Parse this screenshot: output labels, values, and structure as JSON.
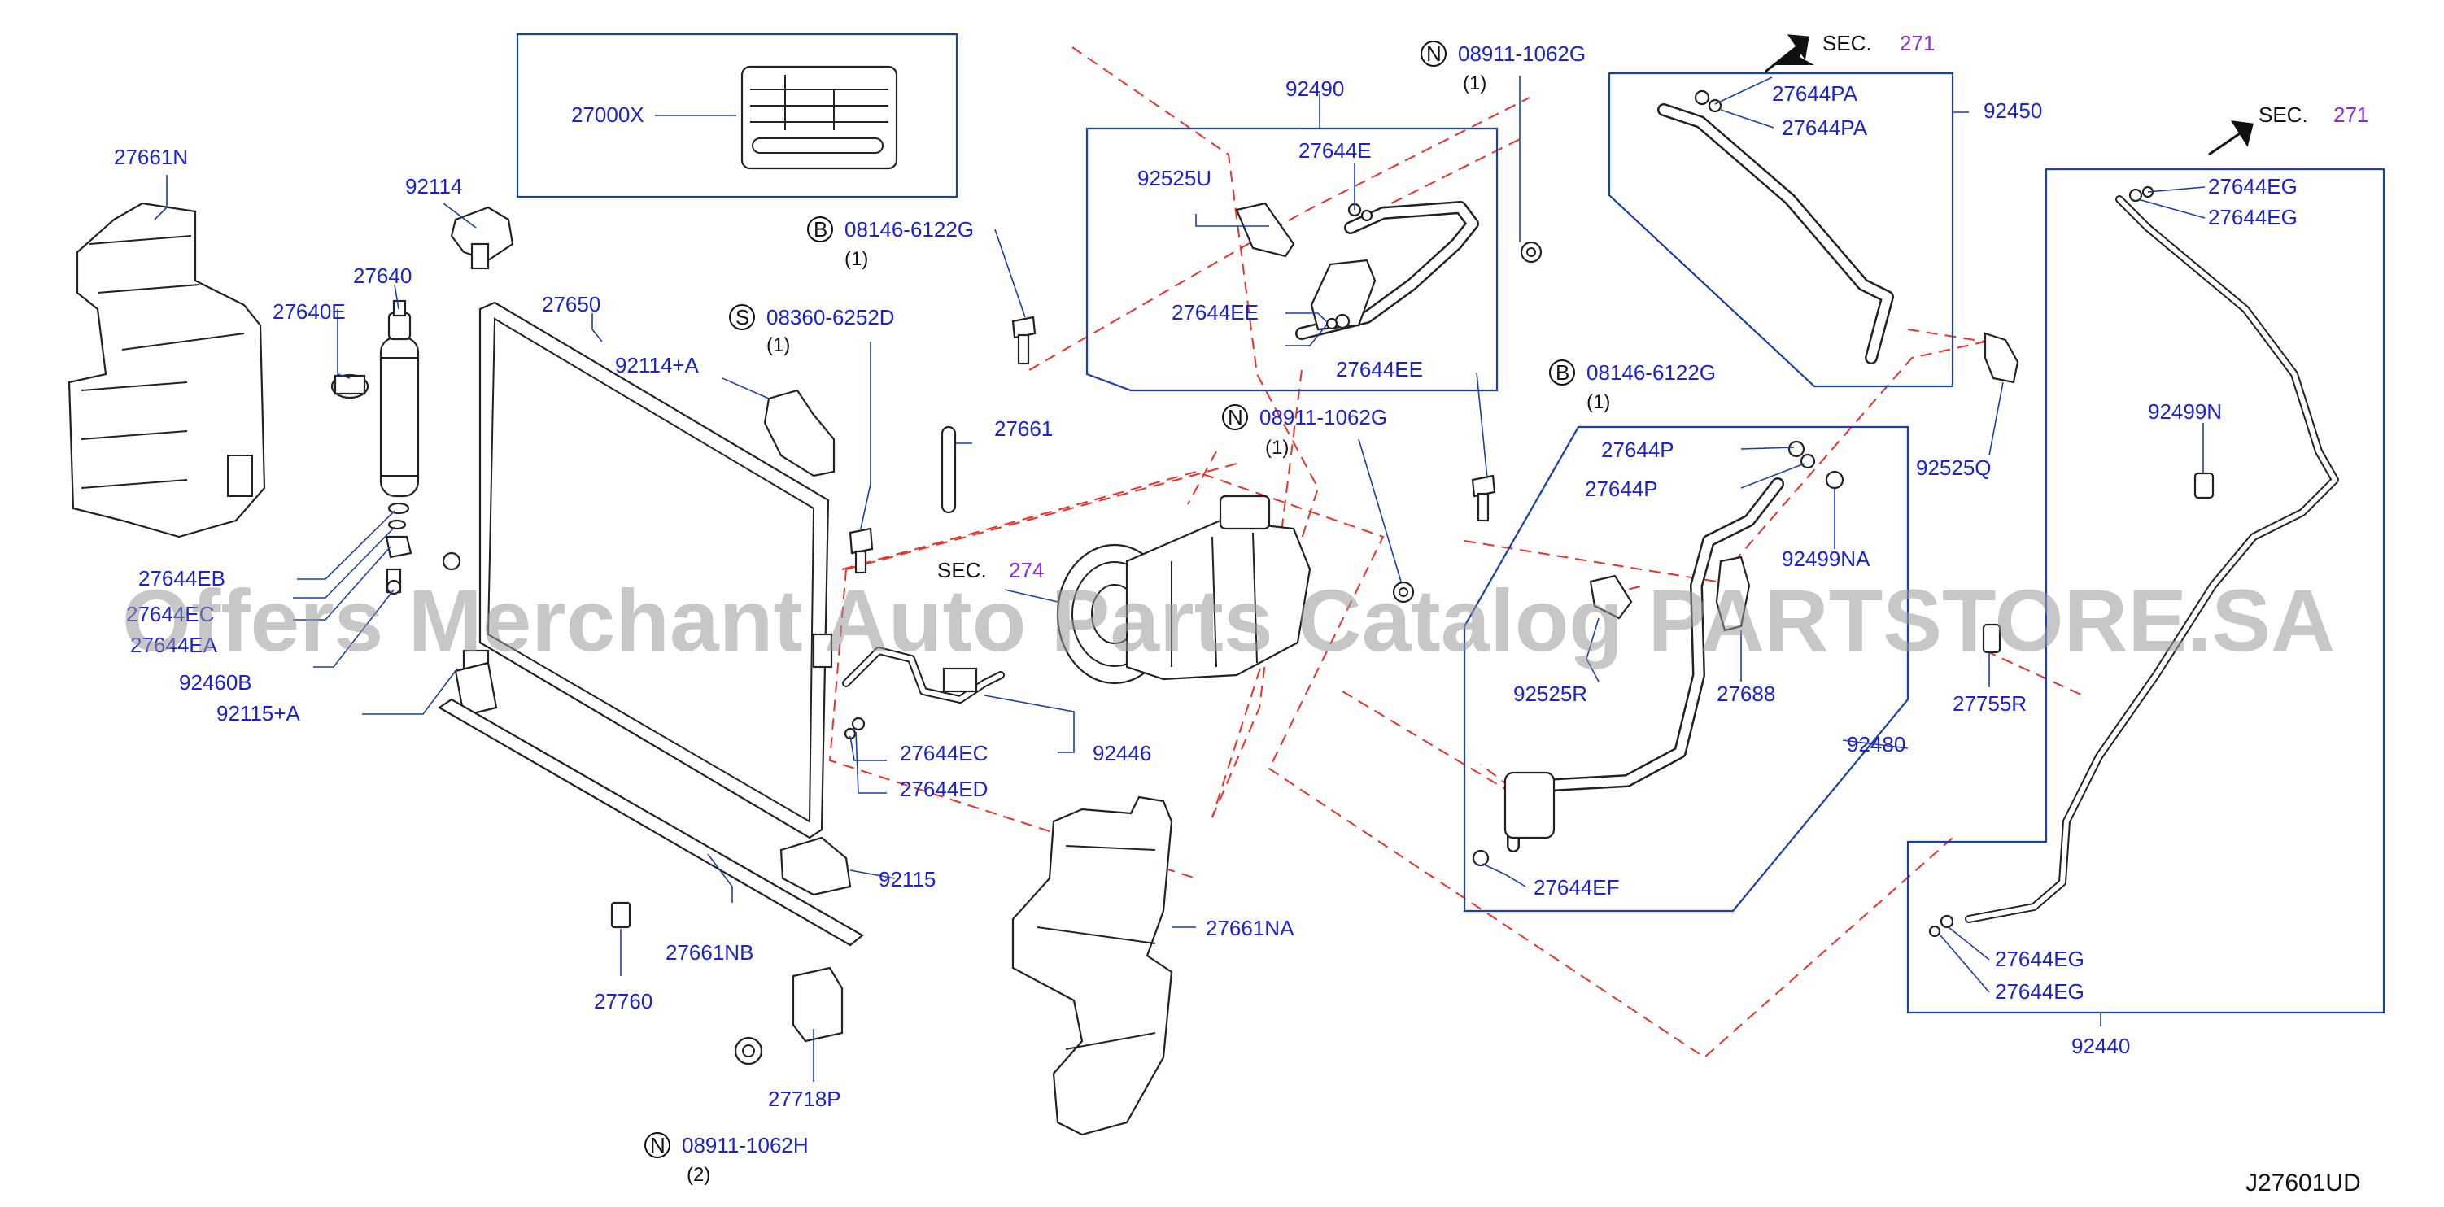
{
  "diagram_code": "J27601UD",
  "watermark": "Offers Merchant Auto Parts Catalog PARTSTORE.SA",
  "labels": {
    "p27000X": "27000X",
    "p27661N": "27661N",
    "p92114": "92114",
    "p27640": "27640",
    "p27640E": "27640E",
    "p27650": "27650",
    "p92114A": "92114+A",
    "p27644EB": "27644EB",
    "p27644EC_partial": "27644EC",
    "p27644EA_partial": "27644EA",
    "p92460B": "92460B",
    "p92115A": "92115+A",
    "p92490": "92490",
    "p27644E": "27644E",
    "p92525U": "92525U",
    "p27644EE_1": "27644EE",
    "p27644EE_2": "27644EE",
    "p27661": "27661",
    "p27644EC": "27644EC",
    "p27644ED": "27644ED",
    "p92446": "92446",
    "p92115": "92115",
    "p27661NB": "27661NB",
    "p27760": "27760",
    "p27718P": "27718P",
    "p27661NA": "27661NA",
    "p92450": "92450",
    "p27644PA_1": "27644PA",
    "p27644PA_2": "27644PA",
    "p92525Q": "92525Q",
    "p27644P_1": "27644P",
    "p27644P_2": "27644P",
    "p92499NA": "92499NA",
    "p92525R": "92525R",
    "p27688": "27688",
    "p92480": "92480",
    "p27644EF": "27644EF",
    "p27755R": "27755R",
    "p92499N": "92499N",
    "p27644EG_1": "27644EG",
    "p27644EG_2": "27644EG",
    "p27644EG_3": "27644EG",
    "p27644EG_4": "27644EG",
    "p92440": "92440"
  },
  "sec_refs": {
    "sec274": {
      "prefix": "SEC.",
      "num": "274"
    },
    "sec271a": {
      "prefix": "SEC.",
      "num": "271"
    },
    "sec271b": {
      "prefix": "SEC.",
      "num": "271"
    }
  },
  "fasteners": {
    "b1": {
      "symbol": "B",
      "part": "08146-6122G",
      "qty": "(1)"
    },
    "b2": {
      "symbol": "B",
      "part": "08146-6122G",
      "qty": "(1)"
    },
    "s1": {
      "symbol": "S",
      "part": "08360-6252D",
      "qty": "(1)"
    },
    "n1": {
      "symbol": "N",
      "part": "08911-1062G",
      "qty": "(1)"
    },
    "n2": {
      "symbol": "N",
      "part": "08911-1062G",
      "qty": "(1)"
    },
    "n3": {
      "symbol": "N",
      "part": "08911-1062H",
      "qty": "(2)"
    }
  },
  "colors": {
    "label": "#1a22d4",
    "leader": "#1a3fa8",
    "dashed": "#e8322a",
    "section_number": "#8a2be2"
  }
}
